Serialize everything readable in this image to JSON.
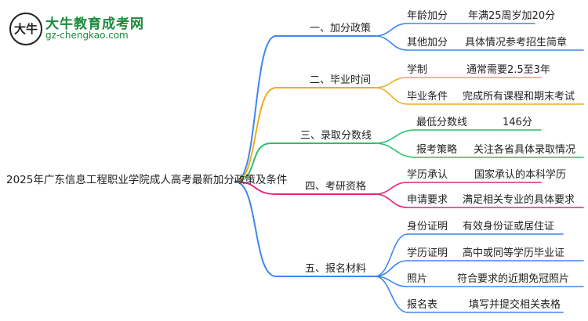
{
  "logo": {
    "badge": "大牛",
    "title": "大牛教育成考网",
    "url": "gz-chengkao.com"
  },
  "root": "2025年广东信息工程职业学院成人高考最新加分政策及条件",
  "branches": [
    {
      "title": "一、加分政策",
      "color": "#3d86f0",
      "leaves": [
        {
          "label": "年龄加分",
          "detail": "年满25周岁加20分"
        },
        {
          "label": "其他加分",
          "detail": "具体情况参考招生简章"
        }
      ]
    },
    {
      "title": "二、毕业时间",
      "color": "#f2ac18",
      "leaves": [
        {
          "label": "学制",
          "detail": "通常需要2.5至3年"
        },
        {
          "label": "毕业条件",
          "detail": "完成所有课程和期末考试"
        }
      ]
    },
    {
      "title": "三、录取分数线",
      "color": "#27c06a",
      "leaves": [
        {
          "label": "最低分数线",
          "detail": "146分"
        },
        {
          "label": "报考策略",
          "detail": "关注各省具体录取情况"
        }
      ]
    },
    {
      "title": "四、考研资格",
      "color": "#e8247a",
      "leaves": [
        {
          "label": "学历承认",
          "detail": "国家承认的本科学历"
        },
        {
          "label": "申请要求",
          "detail": "满足相关专业的具体要求"
        }
      ]
    },
    {
      "title": "五、报名材料",
      "color": "#3d86f0",
      "leaves": [
        {
          "label": "身份证明",
          "detail": "有效身份证或居住证"
        },
        {
          "label": "学历证明",
          "detail": "高中或同等学历毕业证"
        },
        {
          "label": "照片",
          "detail": "符合要求的近期免冠照片"
        },
        {
          "label": "报名表",
          "detail": "填写并提交相关表格"
        }
      ]
    }
  ]
}
